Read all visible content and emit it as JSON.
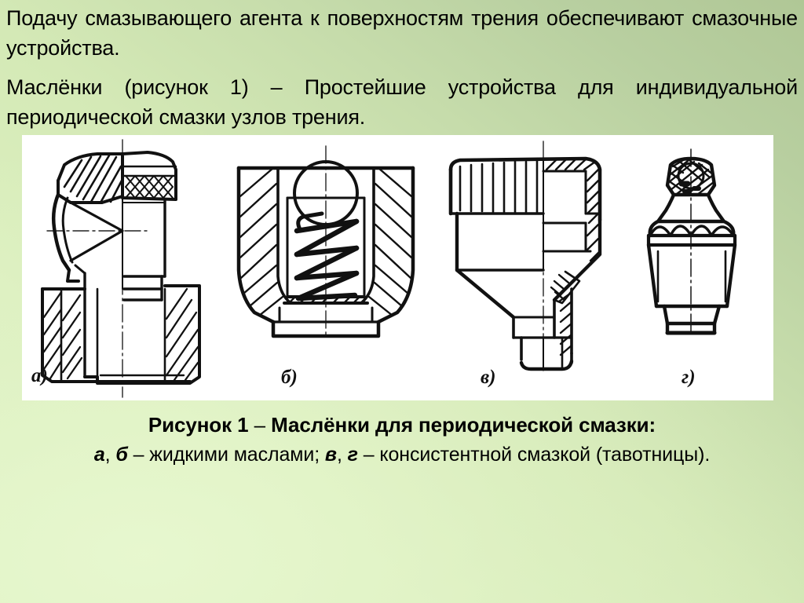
{
  "slide": {
    "background_color_light": "#dcf0bf",
    "background_color_dark": "#b0c796",
    "panel_color": "#ffffff"
  },
  "body": {
    "paragraph_1": "Подачу смазывающего агента к поверхностям трения обеспечивают смазочные устройства.",
    "paragraph_2": "Маслёнки (рисунок 1) – Простейшие устройства для индивидуальной периодической смазки узлов трения."
  },
  "figure": {
    "alt": "Четыре разреза маслёнок для периодической смазки",
    "items": [
      {
        "label": "а)",
        "name": "маслёнка с откидной крышкой"
      },
      {
        "label": "б)",
        "name": "шариковая маслёнка с пружиной"
      },
      {
        "label": "в)",
        "name": "колпачковая маслёнка"
      },
      {
        "label": "г)",
        "name": "прессмаслёнка (тавотница)"
      }
    ]
  },
  "caption": {
    "line1": "Рисунок 1 – Маслёнки для периодической смазки:",
    "line1_title": "Рисунок 1",
    "line1_dash": " – ",
    "line1_rest": "Маслёнки для периодической смазки:",
    "line2_a": "а",
    "line2_comma1": ", ",
    "line2_b": "б",
    "line2_text1": " – жидкими маслами; ",
    "line2_v": "в",
    "line2_comma2": ", ",
    "line2_g": "г",
    "line2_text2": " – консистентной смазкой (тавотницы).",
    "line2_full": "а, б – жидкими маслами; в, г – консистентной смазкой (тавотницы)."
  }
}
